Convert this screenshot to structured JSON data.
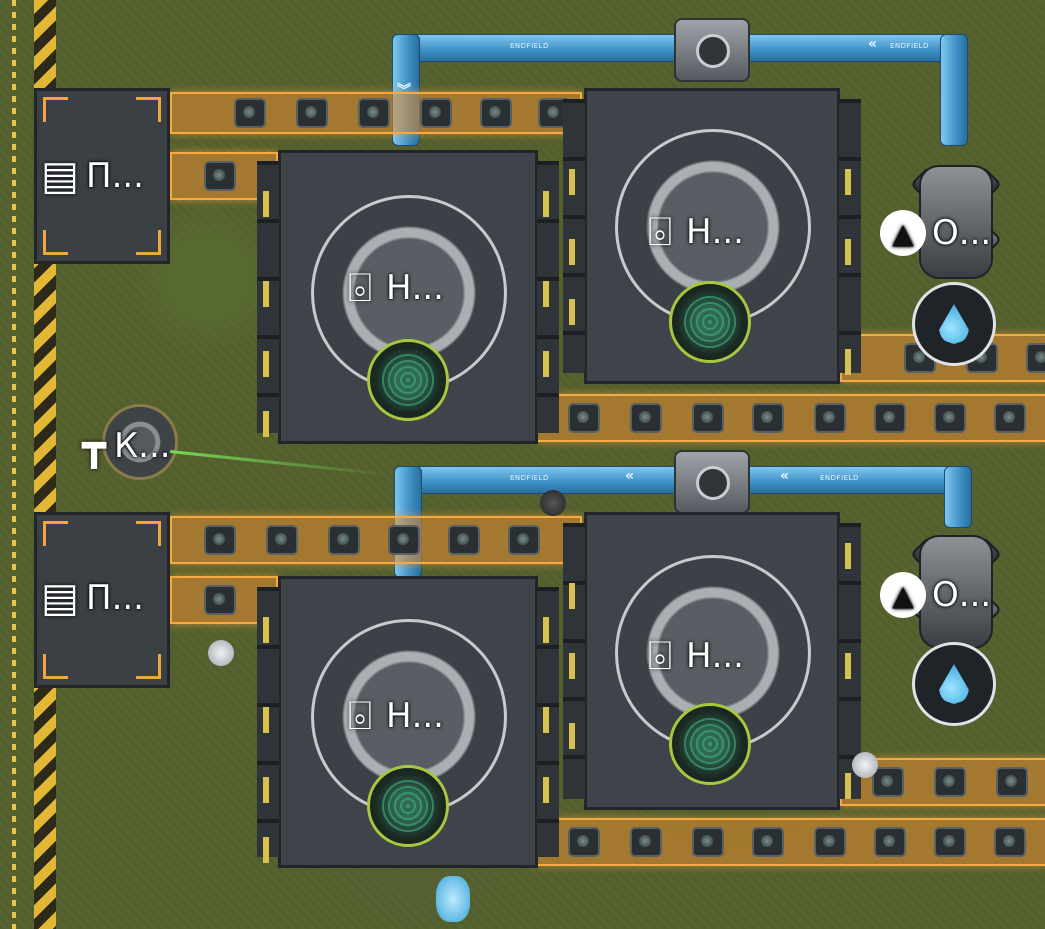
{
  "labels": {
    "storage_top": "П...",
    "storage_bottom": "П...",
    "refiner_tl": "Н...",
    "refiner_tr": "Н...",
    "refiner_bl": "Н...",
    "refiner_br": "Н...",
    "pump_top": "О...",
    "pump_bottom": "О...",
    "tower": "К..."
  },
  "pipe_text": {
    "top_left": "ENDFIELD",
    "top_right": "ENDFIELD",
    "bottom_left": "ENDFIELD",
    "bottom_right": "ENDFIELD"
  },
  "icons": {
    "storage": "storage-crate-icon",
    "refiner": "refinery-icon",
    "pump": "liquid-drop-icon",
    "tower": "relay-tower-icon"
  },
  "colors": {
    "belt": "#f7a944",
    "pipe": "#3d8fc4",
    "ore_ring": "#a7c83c",
    "hazard": "#e2b736"
  }
}
